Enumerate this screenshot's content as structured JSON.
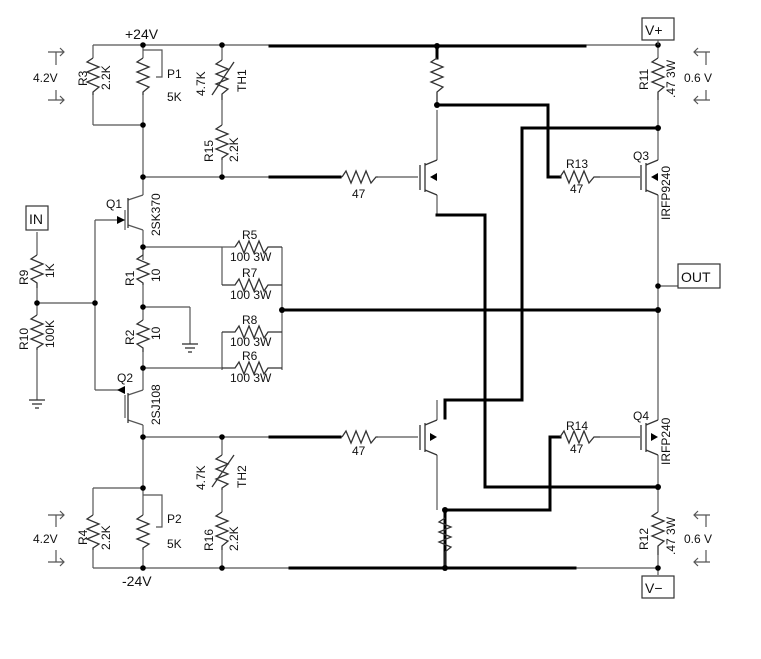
{
  "supply": {
    "pos": "+24V",
    "neg": "-24V"
  },
  "rails": {
    "vpos": "V+",
    "vneg": "V−"
  },
  "ports": {
    "input": "IN",
    "output": "OUT"
  },
  "bias_voltage": {
    "top": "4.2V",
    "bottom": "4.2V"
  },
  "sense_voltage": {
    "top": "0.6 V",
    "bottom": "0.6 V"
  },
  "components": {
    "R1": {
      "ref": "R1",
      "value": "10"
    },
    "R2": {
      "ref": "R2",
      "value": "10"
    },
    "R3": {
      "ref": "R3",
      "value": "2.2K"
    },
    "R4": {
      "ref": "R4",
      "value": "2.2K"
    },
    "R5": {
      "ref": "R5",
      "value": "100 3W"
    },
    "R6": {
      "ref": "R6",
      "value": "100 3W"
    },
    "R7": {
      "ref": "R7",
      "value": "100 3W"
    },
    "R8": {
      "ref": "R8",
      "value": "100 3W"
    },
    "R9": {
      "ref": "R9",
      "value": "1K"
    },
    "R10": {
      "ref": "R10",
      "value": "100K"
    },
    "R11": {
      "ref": "R11",
      "value": ".47 3W"
    },
    "R12": {
      "ref": "R12",
      "value": ".47 3W"
    },
    "R13": {
      "ref": "R13",
      "value": "47"
    },
    "R14": {
      "ref": "R14",
      "value": "47"
    },
    "R15": {
      "ref": "R15",
      "value": "2.2K"
    },
    "R16": {
      "ref": "R16",
      "value": "2.2K"
    },
    "P1": {
      "ref": "P1",
      "value": "5K"
    },
    "P2": {
      "ref": "P2",
      "value": "5K"
    },
    "TH1": {
      "ref": "TH1",
      "value": "4.7K"
    },
    "TH2": {
      "ref": "TH2",
      "value": "4.7K"
    },
    "Q1": {
      "ref": "Q1",
      "part": "2SK370"
    },
    "Q2": {
      "ref": "Q2",
      "part": "2SJ108"
    },
    "Q3": {
      "ref": "Q3",
      "part": "IRFP9240"
    },
    "Q4": {
      "ref": "Q4",
      "part": "IRFP240"
    },
    "Rg_top": {
      "value": "47"
    },
    "Rg_bot": {
      "value": "47"
    }
  }
}
